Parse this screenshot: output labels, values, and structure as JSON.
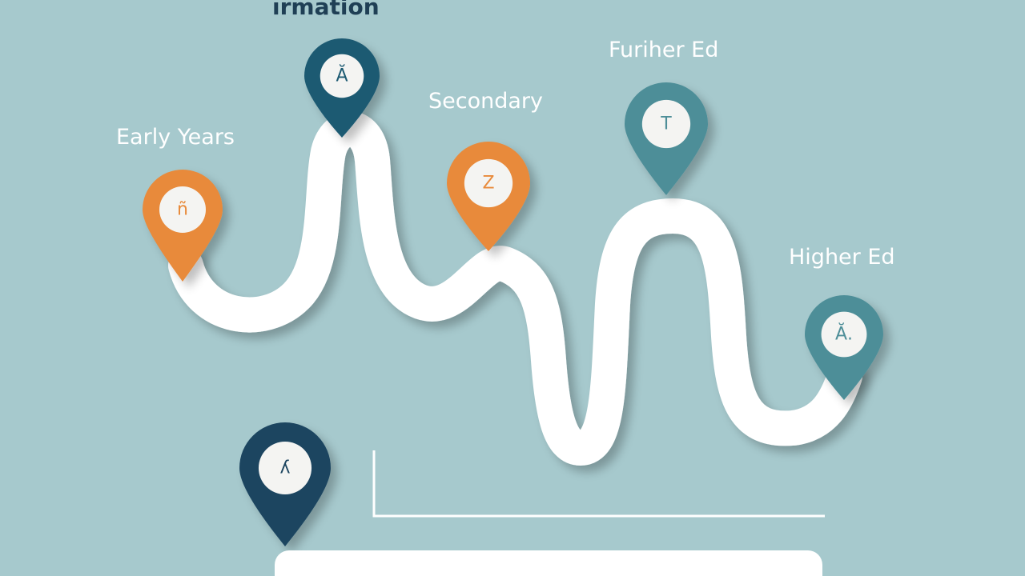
{
  "title": "ırmation",
  "stages": [
    {
      "label": "Early Years",
      "glyph": "ñ",
      "color": "#e88a3a",
      "glyph_color": "#e88a3a"
    },
    {
      "label": "",
      "glyph": "Ӑ",
      "color": "#1e5a72",
      "glyph_color": "#1e5a72"
    },
    {
      "label": "Secondary",
      "glyph": "Z",
      "color": "#e88a3a",
      "glyph_color": "#e88a3a"
    },
    {
      "label": "Furiher Ed",
      "glyph": "T",
      "color": "#4e8e98",
      "glyph_color": "#4e8e98"
    },
    {
      "label": "Higher Ed",
      "glyph": "Ӑ.",
      "color": "#4e8e98",
      "glyph_color": "#4e8e98"
    },
    {
      "label": "",
      "glyph": "ʎ",
      "color": "#1c4560",
      "glyph_color": "#1c4560"
    }
  ],
  "colors": {
    "background": "#a6c9cd",
    "road": "#ffffff",
    "accent_orange": "#e88a3a",
    "accent_navy": "#1e5a72",
    "accent_teal": "#4e8e98"
  }
}
